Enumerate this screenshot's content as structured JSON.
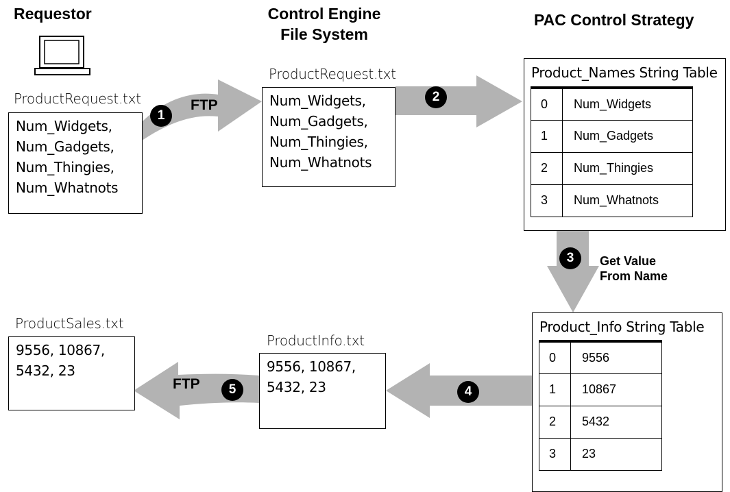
{
  "headings": {
    "requestor": "Requestor",
    "engine_line1": "Control Engine",
    "engine_line2": "File System",
    "pac": "PAC Control Strategy"
  },
  "requestor_file": {
    "name": "ProductRequest.txt",
    "lines": [
      "Num_Widgets,",
      "Num_Gadgets,",
      "Num_Thingies,",
      "Num_Whatnots"
    ]
  },
  "engine_file": {
    "name": "ProductRequest.txt",
    "lines": [
      "Num_Widgets,",
      "Num_Gadgets,",
      "Num_Thingies,",
      "Num_Whatnots"
    ]
  },
  "names_table": {
    "title": "Product_Names String Table",
    "rows": [
      {
        "index": "0",
        "value": "Num_Widgets"
      },
      {
        "index": "1",
        "value": "Num_Gadgets"
      },
      {
        "index": "2",
        "value": "Num_Thingies"
      },
      {
        "index": "3",
        "value": "Num_Whatnots"
      }
    ]
  },
  "info_table": {
    "title": "Product_Info String Table",
    "rows": [
      {
        "index": "0",
        "value": "9556"
      },
      {
        "index": "1",
        "value": "10867"
      },
      {
        "index": "2",
        "value": "5432"
      },
      {
        "index": "3",
        "value": "23"
      }
    ]
  },
  "info_file": {
    "name": "ProductInfo.txt",
    "lines": [
      "9556, 10867,",
      "5432, 23"
    ]
  },
  "sales_file": {
    "name": "ProductSales.txt",
    "lines": [
      "9556, 10867,",
      "5432, 23"
    ]
  },
  "steps": {
    "s1": "1",
    "s2": "2",
    "s3": "3",
    "s4": "4",
    "s5": "5",
    "ftp1": "FTP",
    "ftp5": "FTP",
    "get_value_line1": "Get Value",
    "get_value_line2": "From Name"
  },
  "colors": {
    "arrow": "#b3b3b3",
    "badge": "#000000"
  }
}
